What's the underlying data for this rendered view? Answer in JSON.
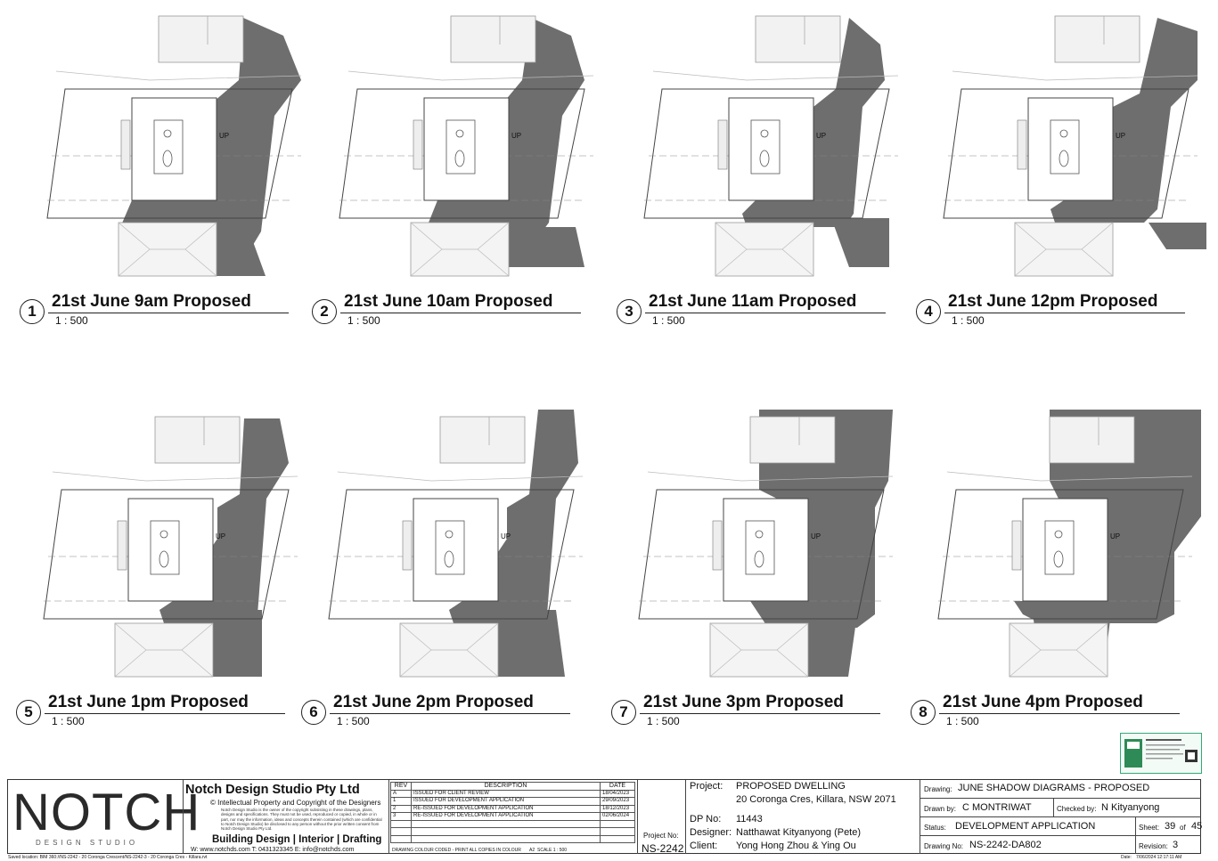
{
  "panels": [
    {
      "num": "1",
      "title": "21st June 9am Proposed",
      "scale": "1 : 500",
      "up": "UP"
    },
    {
      "num": "2",
      "title": "21st June 10am Proposed",
      "scale": "1 : 500",
      "up": "UP"
    },
    {
      "num": "3",
      "title": "21st June 11am Proposed",
      "scale": "1 : 500",
      "up": "UP"
    },
    {
      "num": "4",
      "title": "21st June 12pm Proposed",
      "scale": "1 : 500",
      "up": "UP"
    },
    {
      "num": "5",
      "title": "21st June 1pm Proposed",
      "scale": "1 : 500",
      "up": "UP"
    },
    {
      "num": "6",
      "title": "21st June 2pm Proposed",
      "scale": "1 : 500",
      "up": "UP"
    },
    {
      "num": "7",
      "title": "21st June 3pm Proposed",
      "scale": "1 : 500",
      "up": "UP"
    },
    {
      "num": "8",
      "title": "21st June 4pm Proposed",
      "scale": "1 : 500",
      "up": "UP"
    }
  ],
  "firm": {
    "logo": "NOTCH",
    "logo_sub": "DESIGN STUDIO",
    "name": "Notch Design Studio Pty Ltd",
    "copyright": "© Intellectual Property and Copyright of the Designers",
    "fine_print": "Notch Design Studio is the owner of the copyright subsisting in these drawings, plans, designs and specifications. They must not be used, reproduced or copied, in whole or in part, nor may the information, ideas and concepts therein contained (which are confidential to Notch Design Studio) be disclosed to any person without the prior written consent from Notch Design Studio Pty Ltd.",
    "services": "Building Design | Interior | Drafting",
    "contact": "W: www.notchds.com  T: 0431323345  E: info@notchds.com"
  },
  "revisions": {
    "headers": [
      "REV",
      "DESCRIPTION",
      "DATE"
    ],
    "rows": [
      {
        "rev": "A",
        "desc": "ISSUED FOR CLIENT REVIEW",
        "date": "18/04/2023"
      },
      {
        "rev": "1",
        "desc": "ISSUED FOR DEVELOPMENT APPLICATION",
        "date": "29/09/2023"
      },
      {
        "rev": "2",
        "desc": "RE-ISSUED FOR DEVELOPMENT APPLICATION",
        "date": "18/12/2023"
      },
      {
        "rev": "3",
        "desc": "RE-ISSUED FOR DEVELOPMENT APPLICATION",
        "date": "02/06/2024"
      }
    ],
    "colour_note": "DRAWING COLOUR CODED - PRINT ALL COPIES IN COLOUR",
    "paper": "A2",
    "scale": "SCALE 1 : 500"
  },
  "project": {
    "project_no_label": "Project No:",
    "project_no": "NS-2242",
    "project_label": "Project:",
    "project_name": "PROPOSED DWELLING",
    "address": "20 Coronga Cres, Killara, NSW 2071",
    "dp_label": "DP No:",
    "dp": "11443",
    "designer_label": "Designer:",
    "designer": "Natthawat Kityanyong (Pete)",
    "client_label": "Client:",
    "client": "Yong Hong Zhou & Ying Ou"
  },
  "drawing": {
    "drawing_label": "Drawing:",
    "drawing": "JUNE SHADOW DIAGRAMS - PROPOSED",
    "drawn_label": "Drawn by:",
    "drawn": "C MONTRIWAT",
    "checked_label": "Checked by:",
    "checked": "N Kityanyong",
    "status_label": "Status:",
    "status": "DEVELOPMENT APPLICATION",
    "sheet_label": "Sheet:",
    "sheet": "39",
    "sheet_of": "of",
    "sheet_total": "45",
    "drawing_no_label": "Drawing No:",
    "drawing_no": "NS-2242-DA802",
    "revision_label": "Revision:",
    "revision": "3"
  },
  "footer": {
    "saved": "Saved location:  BIM 360://NS-2242 - 20 Coronga Crescent/NS-2242-3 - 20 Coronga Cres - Killara.rvt",
    "date_label": "Date:",
    "date": "7/06/2024 12:17:11 AM"
  },
  "colors": {
    "shadow": "#6e6e6e",
    "line": "#333333"
  }
}
